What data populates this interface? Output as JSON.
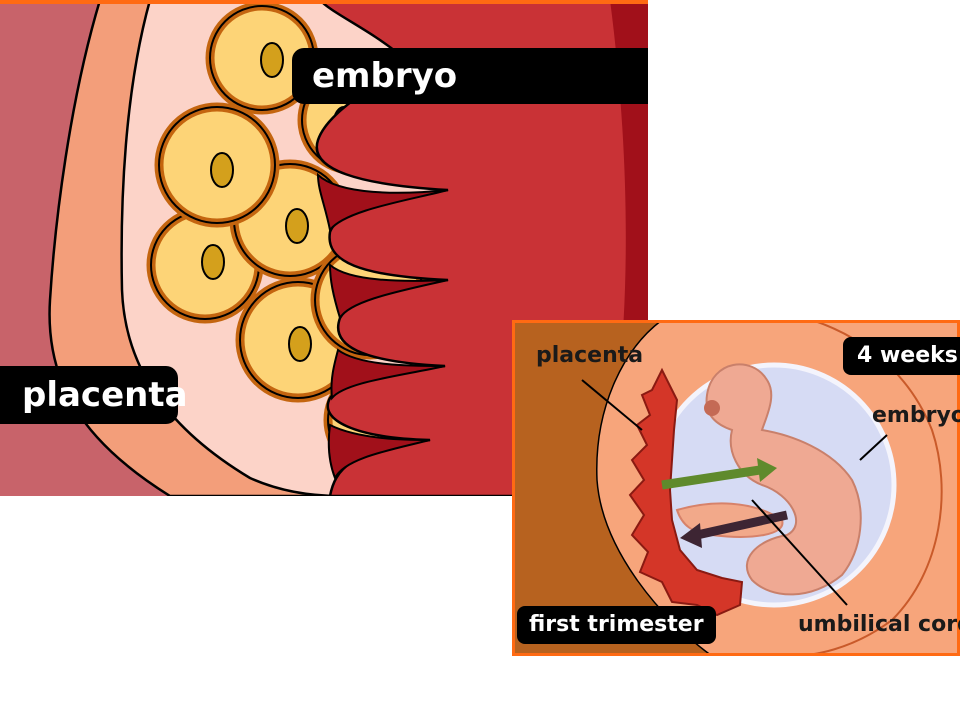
{
  "main_panel": {
    "embryo_label": "embryo",
    "placenta_label": "placenta"
  },
  "inset_panel": {
    "placenta_label": "placenta",
    "weeks_label": "4 weeks",
    "embryo_label": "embryo",
    "trimester_label": "first trimester",
    "cord_label": "umbilical cord"
  },
  "colors": {
    "frame_orange": "#ff6a13",
    "uterine_wall": "#c8636a",
    "tissue_orange": "#f39e7a",
    "placenta_pink": "#fcd3c8",
    "cell_yellow": "#fdd477",
    "cell_ring": "#c4650f",
    "embryo_red": "#c93236",
    "embryo_dark": "#a1101a",
    "inset_brown": "#b7621f",
    "inset_peach": "#f7a57b",
    "sac_blue": "#d6dbf4",
    "arrow_green": "#5f8a2c",
    "arrow_purple": "#3d2533"
  }
}
